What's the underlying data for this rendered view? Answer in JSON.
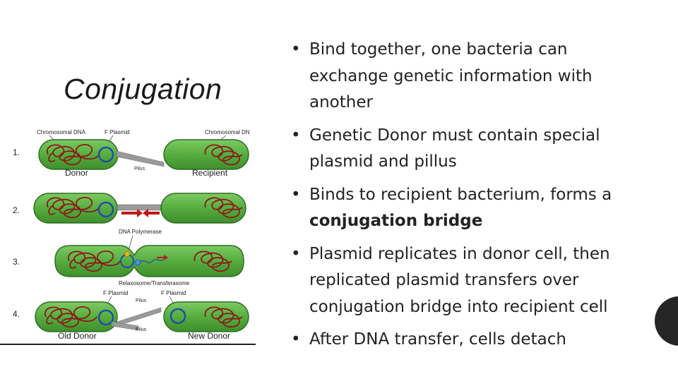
{
  "title": "Conjugation",
  "bullets": [
    {
      "text": "Bind together, one bacteria can exchange genetic information with another"
    },
    {
      "text": "Genetic Donor must contain special plasmid and pillus"
    },
    {
      "text_before": "Binds to recipient bacterium, forms a ",
      "bold": "conjugation bridge"
    },
    {
      "text": "Plasmid replicates in donor cell, then replicated plasmid transfers over conjugation bridge into recipient cell"
    },
    {
      "text": "After DNA transfer, cells detach"
    }
  ],
  "diagram": {
    "step_numbers": [
      "1.",
      "2.",
      "3.",
      "4."
    ],
    "labels": {
      "chromosomal_dna_left": "Chromosomal DNA",
      "f_plasmid": "F Plasmid",
      "chromosomal_dna_right": "Chromosomal DN",
      "donor": "Donor",
      "pilus": "Pilus",
      "recipient": "Recipient",
      "dna_polymerase": "DNA Polymerase",
      "relaxosome": "Relaxosome/Transferasome",
      "f_plasmid_left4": "F Plasmid",
      "f_plasmid_right4": "F Plasmid",
      "pilus4_top": "Pilus",
      "pilus4_bottom": "Pilus",
      "old_donor": "Old Donor",
      "new_donor": "New Donor"
    },
    "colors": {
      "cell_fill": "#5cb346",
      "cell_stroke": "#2f6b25",
      "dna": "#8b1a1a",
      "plasmid": "#1f4fa8",
      "pilus": "#9a9a9a",
      "arrow": "#c0181b"
    }
  }
}
